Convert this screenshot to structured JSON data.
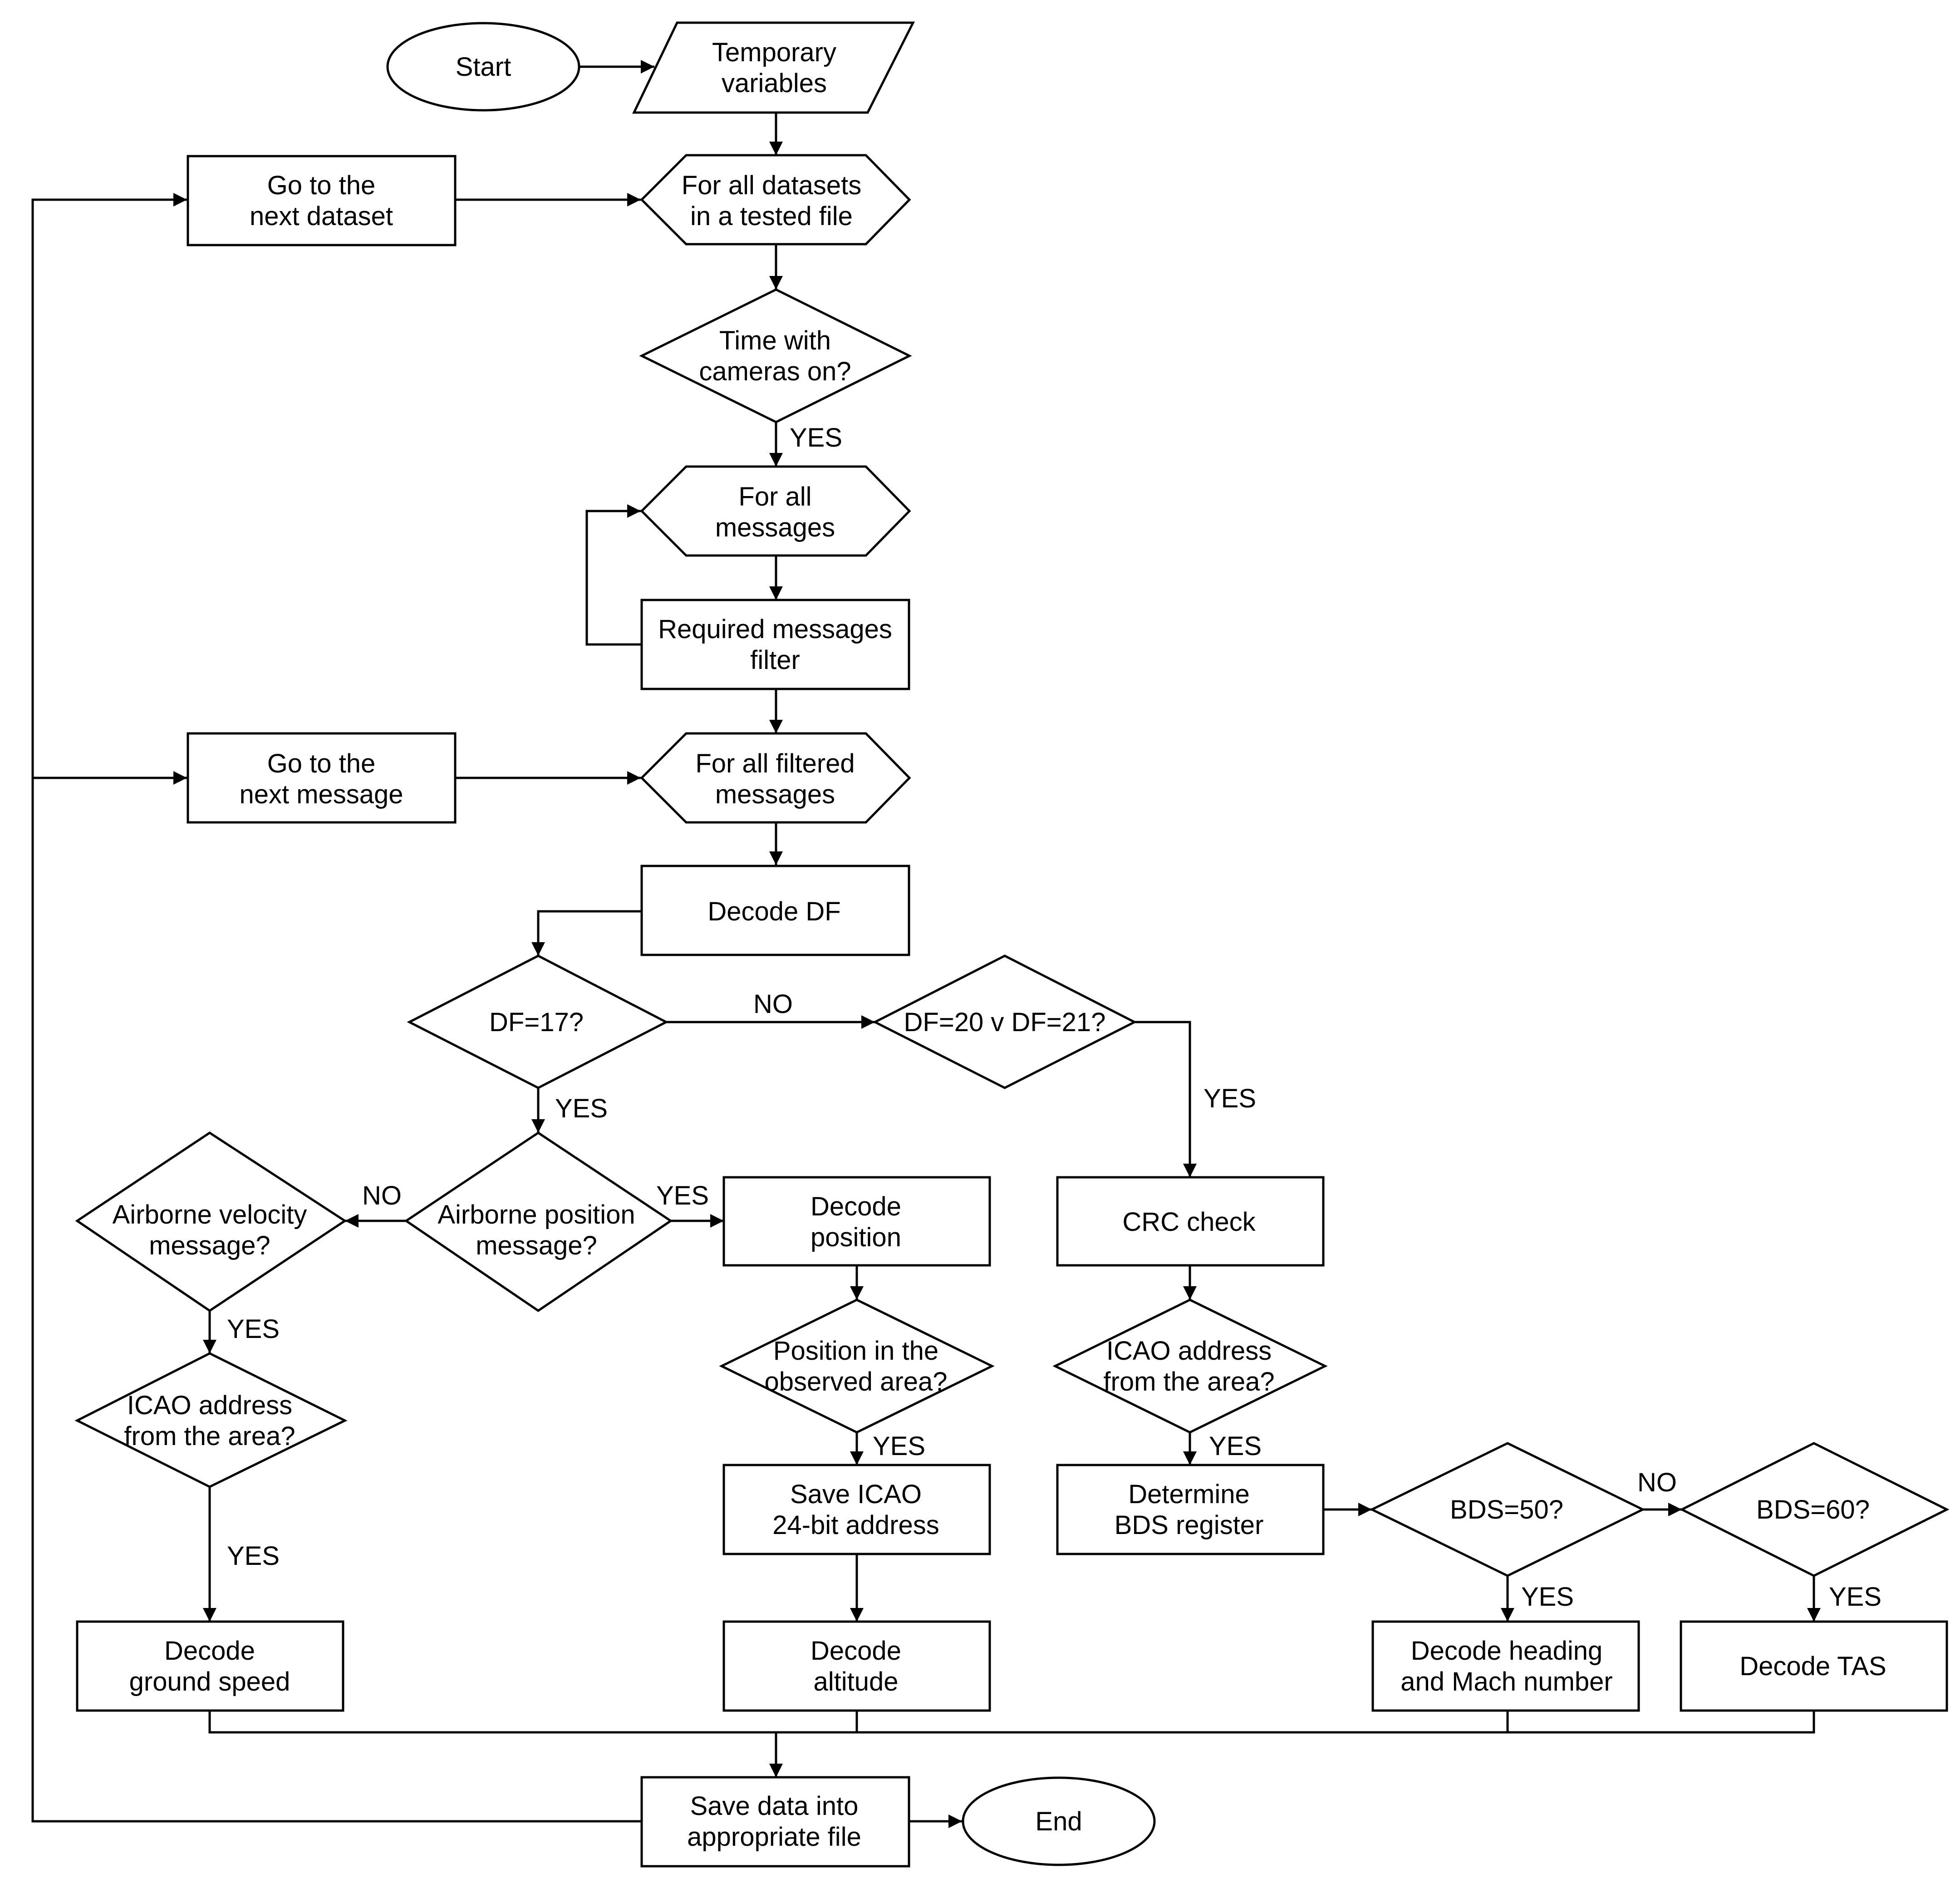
{
  "nodes": {
    "start": [
      "Start"
    ],
    "temp_vars": [
      "Temporary",
      "variables"
    ],
    "next_dataset": [
      "Go to the",
      "next dataset"
    ],
    "for_datasets": [
      "For all datasets",
      "in a tested file"
    ],
    "time_cameras": [
      "Time with",
      "cameras on?"
    ],
    "for_messages": [
      "For all",
      "messages"
    ],
    "req_filter": [
      "Required messages",
      "filter"
    ],
    "next_message": [
      "Go to the",
      "next message"
    ],
    "for_filtered": [
      "For all filtered",
      "messages"
    ],
    "decode_df": [
      "Decode DF"
    ],
    "df17": [
      "DF=17?"
    ],
    "df20_21": [
      "DF=20 v DF=21?"
    ],
    "airborne_vel": [
      "Airborne velocity",
      "message?"
    ],
    "airborne_pos": [
      "Airborne position",
      "message?"
    ],
    "decode_pos": [
      "Decode",
      "position"
    ],
    "crc": [
      "CRC check"
    ],
    "icao_left": [
      "ICAO address",
      "from the area?"
    ],
    "pos_observed": [
      "Position in the",
      "observed area?"
    ],
    "icao_right": [
      "ICAO address",
      "from the area?"
    ],
    "save_icao": [
      "Save ICAO",
      "24-bit address"
    ],
    "bds_reg": [
      "Determine",
      "BDS register"
    ],
    "bds50": [
      "BDS=50?"
    ],
    "bds60": [
      "BDS=60?"
    ],
    "ground_speed": [
      "Decode",
      "ground speed"
    ],
    "altitude": [
      "Decode",
      "altitude"
    ],
    "heading_mach": [
      "Decode heading",
      "and Mach number"
    ],
    "tas": [
      "Decode TAS"
    ],
    "save_data": [
      "Save data into",
      "appropriate file"
    ],
    "end": [
      "End"
    ]
  },
  "edge_labels": {
    "yes": "YES",
    "no": "NO"
  }
}
